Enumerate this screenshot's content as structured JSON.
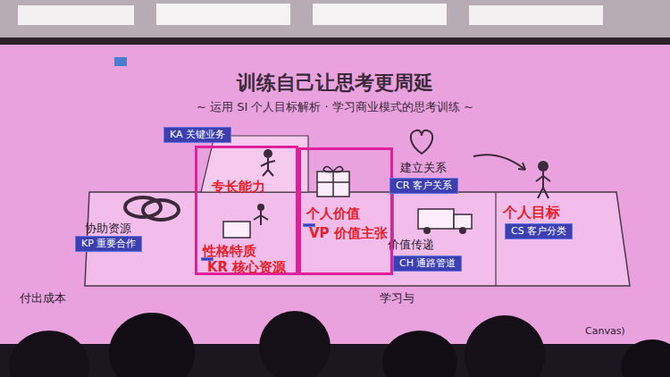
{
  "diagram": {
    "title": "训练自己让思考更周延",
    "nodes": [
      {
        "text": [
          "KA 关键业务"
        ]
      },
      {
        "text": [
          "专长能力",
          "性格特质"
        ]
      },
      {
        "text": [
          "KR 核心资源"
        ],
        "in": 1
      },
      {
        "text": [
          "个人价值"
        ]
      },
      {
        "text": [
          "VP 价值主张"
        ],
        "in": 3
      },
      {
        "text": [
          "CR 客户关系"
        ]
      },
      {
        "text": [
          "KP 重要合作"
        ]
      },
      {
        "text": [
          "CS 客户分类"
        ]
      },
      {
        "text": [
          "CH 通路管道"
        ]
      }
    ],
    "labels": [
      "~ 运用 SI 个人目标解析 · 学习商业模式的思考训练 ~",
      "协助资源",
      "建立关系",
      "价值传递",
      "个人目标",
      "付出成本",
      "学习与",
      "Canvas)"
    ]
  }
}
